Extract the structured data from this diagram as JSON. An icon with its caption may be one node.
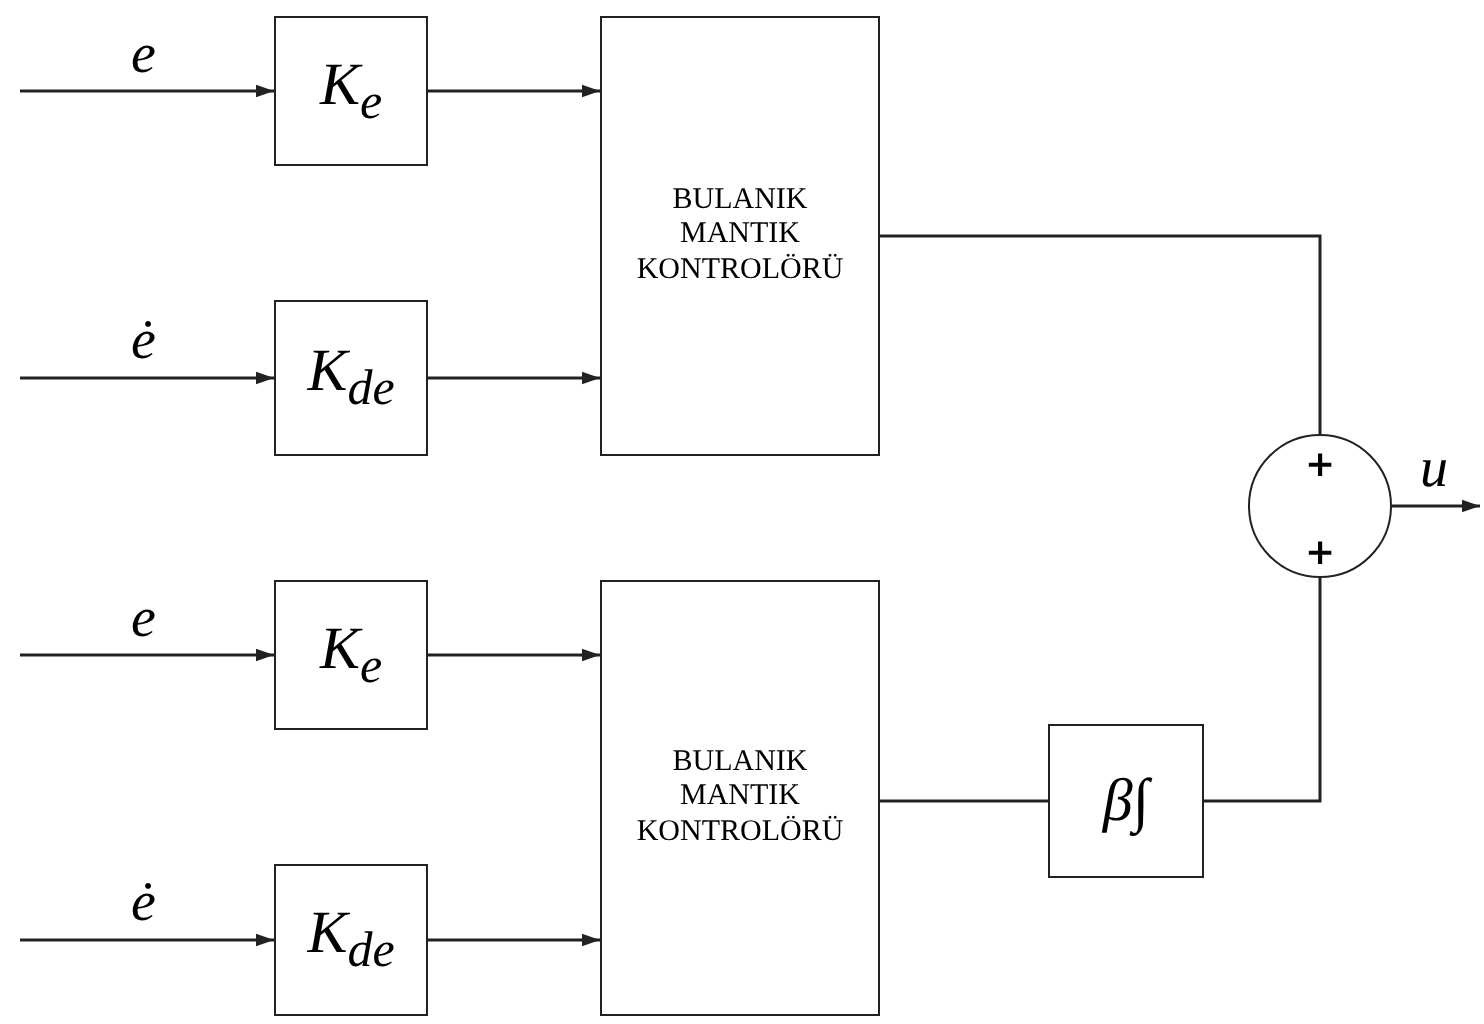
{
  "diagram": {
    "nodes": [
      {
        "text": [
          "K$_{e}$"
        ]
      },
      {
        "text": [
          "K$_{de}$"
        ]
      },
      {
        "text": [
          "BULANIK MANTIK KONTROLÖRÜ"
        ]
      },
      {
        "text": [
          "K$_{e}$"
        ]
      },
      {
        "text": [
          "K$_{de}$"
        ]
      },
      {
        "text": [
          "BULANIK MANTIK KONTROLÖRÜ"
        ]
      },
      {
        "text": [
          "β∫"
        ]
      },
      {
        "text": [
          "+",
          "+"
        ]
      }
    ],
    "edges": [
      {
        "from": null,
        "to": 0,
        "arrow": "to",
        "label": "e"
      },
      {
        "from": null,
        "to": 1,
        "arrow": "to",
        "label": "ė"
      },
      {
        "from": 0,
        "to": 2,
        "arrow": "to"
      },
      {
        "from": 1,
        "to": 2,
        "arrow": "to"
      },
      {
        "from": null,
        "to": 3,
        "arrow": "to",
        "label": "e"
      },
      {
        "from": null,
        "to": 4,
        "arrow": "to",
        "label": "ė"
      },
      {
        "from": 3,
        "to": 5,
        "arrow": "to"
      },
      {
        "from": 4,
        "to": 5,
        "arrow": "to"
      },
      {
        "from": 2,
        "to": 7,
        "arrow": "none"
      },
      {
        "from": 5,
        "to": 6,
        "arrow": "none"
      },
      {
        "from": 6,
        "to": 7,
        "arrow": "none"
      },
      {
        "from": 7,
        "to": null,
        "arrow": "to",
        "label": "u"
      }
    ]
  }
}
